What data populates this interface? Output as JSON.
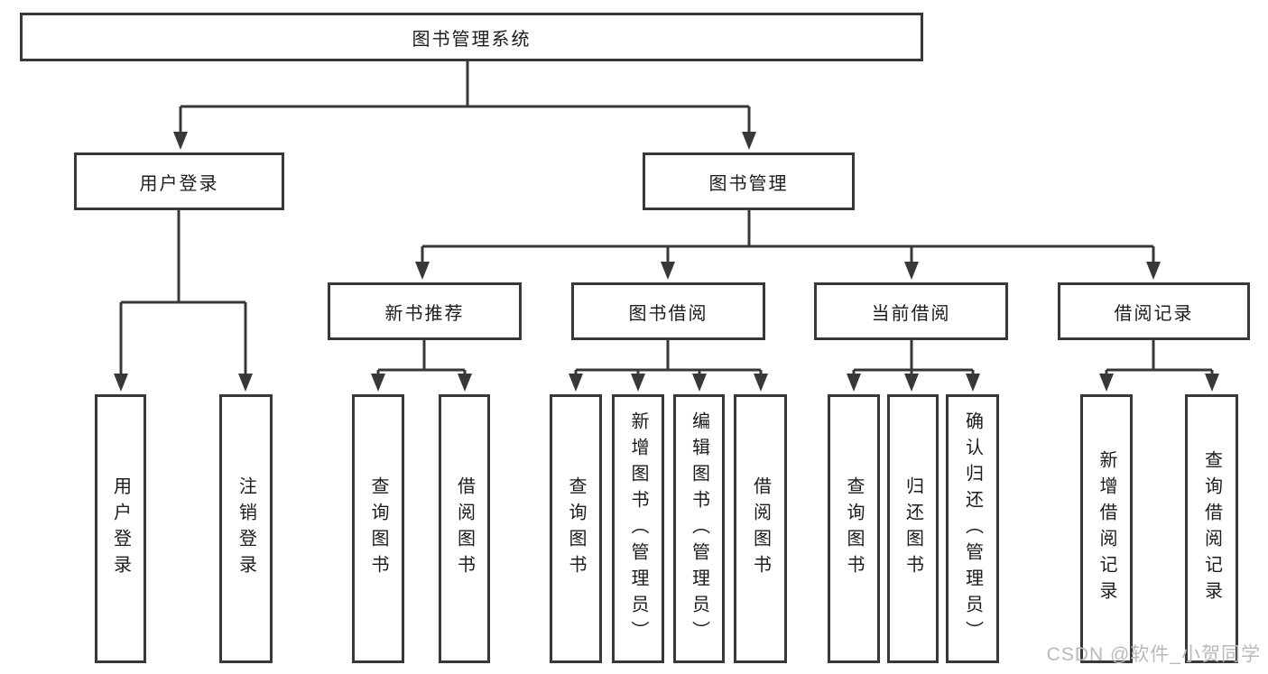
{
  "nodes": {
    "root": "图书管理系统",
    "level2": [
      "用户登录",
      "图书管理"
    ],
    "level3": [
      "新书推荐",
      "图书借阅",
      "当前借阅",
      "借阅记录"
    ],
    "leaves_user_login": [
      "用户登录",
      "注销登录"
    ],
    "leaves_new_book": [
      "查询图书",
      "借阅图书"
    ],
    "leaves_book_borrow": [
      "查询图书",
      "新增图书（管理员）",
      "编辑图书（管理员）",
      "借阅图书"
    ],
    "leaves_current_borrow": [
      "查询图书",
      "归还图书",
      "确认归还（管理员）"
    ],
    "leaves_borrow_records": [
      "新增借阅记录",
      "查询借阅记录"
    ]
  },
  "watermark": {
    "text": "CSDN @软件_小贺同学"
  },
  "colors": {
    "line": "#383838",
    "text": "#1c1c1c",
    "watermark_gray": "#b9b9b9",
    "background": "#ffffff"
  }
}
